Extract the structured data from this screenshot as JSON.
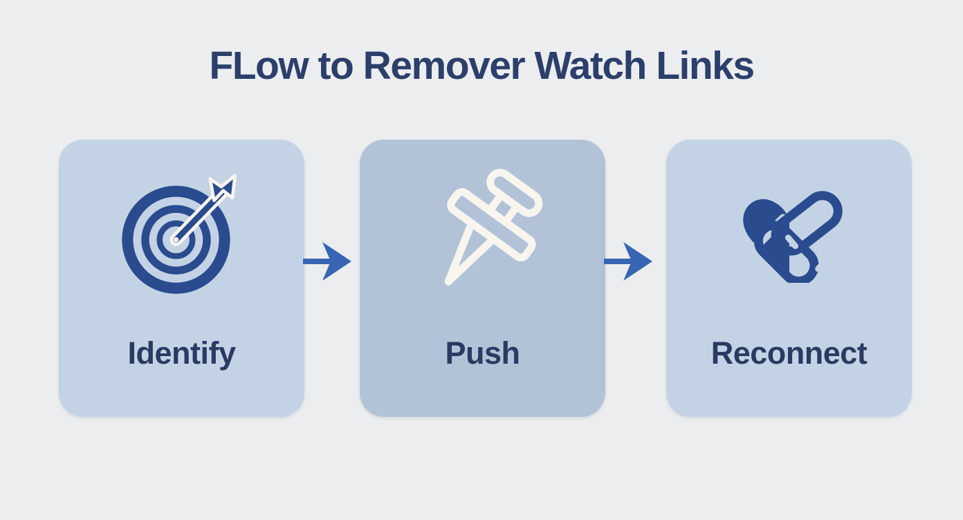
{
  "title": "FLow to Remover Watch Links",
  "steps": [
    {
      "label": "Identify",
      "icon": "target-arrow-icon"
    },
    {
      "label": "Push",
      "icon": "pushpin-icon"
    },
    {
      "label": "Reconnect",
      "icon": "linked-heart-icon"
    }
  ],
  "arrows": {
    "count": 2,
    "direction": "right"
  },
  "colors": {
    "background": "#ebedef",
    "card_light_blue": "#c3d3e5",
    "card_medium_blue": "#b2c3d7",
    "icon_navy": "#2a4b8e",
    "text_navy": "#2b3a63",
    "title_navy": "#2c3f6b",
    "arrow_blue": "#3765b3",
    "pin_outline_white": "#f8f5ef"
  }
}
